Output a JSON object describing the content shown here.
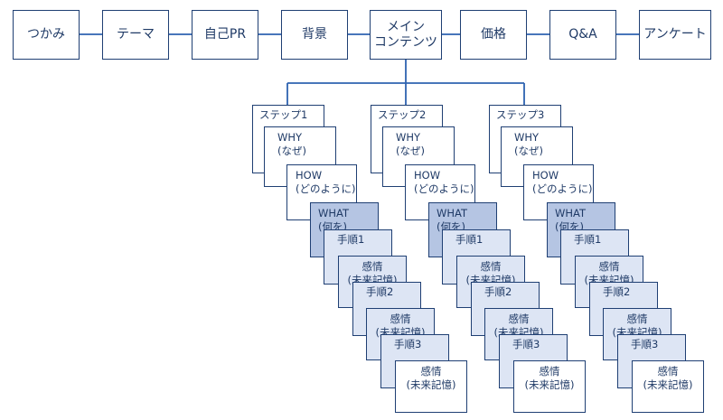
{
  "flow": {
    "items": [
      {
        "label": "つかみ"
      },
      {
        "label": "テーマ"
      },
      {
        "label": "自己PR"
      },
      {
        "label": "背景"
      },
      {
        "label": "メイン\nコンテンツ"
      },
      {
        "label": "価格"
      },
      {
        "label": "Q&A"
      },
      {
        "label": "アンケート"
      }
    ]
  },
  "steps": [
    {
      "step": "ステップ1",
      "why": "WHY\n(なぜ)",
      "how": "HOW\n(どのように)",
      "what": "WHAT\n(何を)",
      "proc1": "手順1",
      "emo1": "感情\n(未来記憶)",
      "proc2": "手順2",
      "emo2": "感情\n(未来記憶)",
      "proc3": "手順3",
      "emo3": "感情\n(未来記憶)"
    },
    {
      "step": "ステップ2",
      "why": "WHY\n(なぜ)",
      "how": "HOW\n(どのように)",
      "what": "WHAT\n(何を)",
      "proc1": "手順1",
      "emo1": "感情\n(未来記憶)",
      "proc2": "手順2",
      "emo2": "感情\n(未来記憶)",
      "proc3": "手順3",
      "emo3": "感情\n(未来記憶)"
    },
    {
      "step": "ステップ3",
      "why": "WHY\n(なぜ)",
      "how": "HOW\n(どのように)",
      "what": "WHAT\n(何を)",
      "proc1": "手順1",
      "emo1": "感情\n(未来記憶)",
      "proc2": "手順2",
      "emo2": "感情\n(未来記憶)",
      "proc3": "手順3",
      "emo3": "感情\n(未来記憶)"
    }
  ],
  "colors": {
    "border": "#1f3f73",
    "connector": "#2e63b0",
    "what_fill": "#b5c5e3",
    "step_fill": "#dde5f4"
  }
}
